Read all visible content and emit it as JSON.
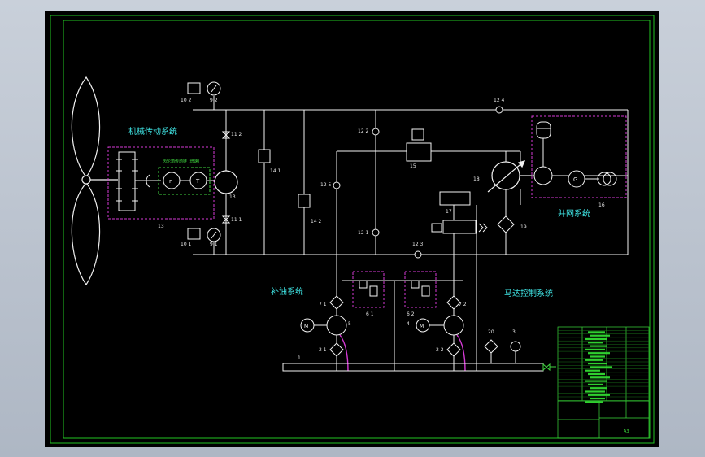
{
  "labels": {
    "mech": "机械传动系统",
    "gear_box": "齿轮箱传动链 (增速)",
    "grid": "并网系统",
    "replenish": "补油系统",
    "motor": "马达控制系统",
    "m_left": "M",
    "m_right": "M",
    "n": "n",
    "t": "T",
    "g": "G"
  },
  "component_numbers": {
    "c102": "10 2",
    "c92": "9 2",
    "c101": "10 1",
    "c91": "9 1",
    "c112": "11 2",
    "c111": "11 1",
    "c13a": "13",
    "c13b": "13",
    "c141": "14 1",
    "c142": "14 2",
    "c122": "12 2",
    "c125": "12 5",
    "c121": "12 1",
    "c123": "12 3",
    "c124": "12 4",
    "c15": "15",
    "c16": "16",
    "c18": "18",
    "c19": "19",
    "c17": "17",
    "c71": "7 1",
    "c72": "7 2",
    "c5": "5",
    "c4": "4",
    "c21": "2 1",
    "c22": "2 2",
    "c61": "6 1",
    "c62": "6 2",
    "c1": "1",
    "c20": "20",
    "c3": "3"
  },
  "title_block": {
    "sheet_no": "A3"
  },
  "colors": {
    "line": "#f2f2f2",
    "frame": "#22c422",
    "dashed_box": "#d63ad6",
    "green_box": "#3fd43f",
    "text_cn": "#3fe3e3"
  },
  "icons": [
    "wind-turbine-blade-icon",
    "pressure-gauge-icon",
    "pressure-switch-icon",
    "check-valve-icon",
    "pump-icon",
    "motor-icon",
    "generator-icon",
    "transformer-icon",
    "filter-icon",
    "accumulator-icon",
    "directional-valve-icon",
    "relief-valve-icon",
    "ball-valve-icon",
    "thermometer-icon"
  ]
}
